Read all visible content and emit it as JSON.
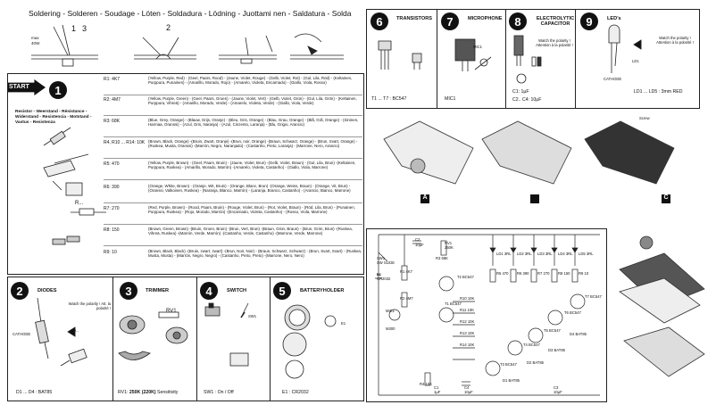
{
  "header": "Soldering - Solderen - Soudage - Löten - Soldadura - Lödning - Juottami nen - Saldatura - Solda",
  "solder_labels": {
    "max": "max",
    "watt": "40W",
    "step1": "1",
    "step3": "3",
    "step2": "2"
  },
  "step1": {
    "number": "1",
    "start": "START",
    "resistor_title": "Resistor - Weerstand - Résistance - Widerstand - Resistencia - Motstand - Vastus - Resistenza",
    "bead_label": "R...",
    "rows": [
      {
        "label": "R1: 4K7",
        "text": "(Yellow, Purple, Red) - (Geel, Paars, Rood) - (Jaune, Violet, Rouge) - (Gelb, Violet, Rot) - (Gul, Lila, Röd) - (Keltainen, Purppura, Punainen) - (Amarillo, Morado, Rojo) - (Amarelo, Violeta, Encarnado) - (Giallo, Viola, Rosso)"
      },
      {
        "label": "R2: 4M7",
        "text": "(Yellow, Purple, Green) - (Geel, Paars, Groen) - (Jaune, Violet, Vert) - (Gelb, Violet, Grün) - (Gul, Lila, Grön) - (Keltainen, Purppura, Vihreä) - (Amarillo, Morado, Verde) - (Amarelo, Violeta, Verde) - (Giallo, Viola, Verde)"
      },
      {
        "label": "R3: 68K",
        "text": "(Blue, Grey, Orange) - (Blauw, Grijs, Oranje) - (Bleu, Gris, Orange) - (Blau, Grau, Orange) - (Blå, Grå, Orange) - (Sininen, Harmaa, Oranssi) - (Azul, Gris, Naranja) - (Azul, Cinzento, Laranja) - (Blu, Grigio, Arancio)"
      },
      {
        "label": "R4, R10 ... R14: 10K",
        "text": "(Brown, Black, Orange) -(Bruin, Zwart, Oranje) -(Brun, noir, Orange) -(Braun, Schwarz, Orange) - (Brun, Svart, Orange) -(Ruskea, Musta, Oranssi) -(Marrón, Negro, Naranjado) - (Castanho, Preto, Laranja) - (Marrone, Nero, Arancio)"
      },
      {
        "label": "R5: 470",
        "text": "(Yellow, Purple, Brown) - (Geel, Paars, Bruin) - (Jaune, Violet, Brun) -(Gelb, Violet, Braun) - (Gul, Lila, Brun) -(Keltainen, Purppura, Ruskea) - (Amarillo, Morado, Marrón) -(Amarelo, Violeta, Castanho) - (Giallo, Viola, Marrone)"
      },
      {
        "label": "R6: 390",
        "text": "(Orange, White, Brown) - (Oranje, Wit, Bruin) - (Orange, Blanc, Brun) -(Orange, Weiss, Braun) - (Orange, Vit, Brun) - (Oranssi, Valkoinen, Ruskea) - (Naranja, Blanco, Marrón) - (Laranja, Branco, Castanho) - (Arancio, Bianco, Marrone)"
      },
      {
        "label": "R7: 270",
        "text": "(Red, Purple, Brown) - (Rood, Paars, Bruin) - (Rouge, Violet, Brun) - (Rot, Violet, Braun) - (Röd, Lila, Brun) - (Punainen, Purppura, Ruskea) - (Rojo, Morado, Marrón) -(Encarnado, Violeta, Castanho) - (Rosso, Viola, Marrone)"
      },
      {
        "label": "R8: 150",
        "text": "(Brown, Green, Brown) -(Bruin, Groen, Bruin) -(Brun, Vert, Brun) -(Braun, Grün, Braun) - (Brun, Grön, Brun) -(Ruskea, Vihreä, Ruskea) -(Marrón, Verde, Marrón) -(Castanho, Verde, Castanho) -(Marrone, Verde, Marrone)"
      },
      {
        "label": "R9: 10",
        "text": "(Brown, Black, Black) -(Bruin, zwart, zwart) -(Brun, Noir, Noir) - (Braun, Schwarz, Schwarz) - (Brun, Svart, Svart) - (Ruskea, Musta, Musta) - (Marrón, Negro, Negro) - (Castanho, Preto, Preto) -(Marrone, Nero, Nero)"
      }
    ]
  },
  "step2": {
    "number": "2",
    "title": "DIODES",
    "note": "Watch the polarity ! Att. la polarité !",
    "cathode": "CATHODE",
    "d_label": "D...",
    "footer": "D1 ... D4 : BAT85"
  },
  "step3": {
    "number": "3",
    "title": "TRIMMER",
    "part": "RV1",
    "footer_a": "RV1: ",
    "footer_b": "250K (220K)",
    "footer_c": " Sensitivity"
  },
  "step4": {
    "number": "4",
    "title": "SWITCH",
    "part": "SW1",
    "footer": "SW1 : On / Off"
  },
  "step5": {
    "number": "5",
    "title": "BATTERYHOLDER",
    "part": "E1",
    "footer": "E1 : CR2032"
  },
  "step6": {
    "number": "6",
    "title": "TRANSISTORS",
    "footer": "T1 ... T7 : BC547"
  },
  "step7": {
    "number": "7",
    "title": "MICROPHONE",
    "part": "MIC1",
    "footer": "MIC1"
  },
  "step8": {
    "number": "8",
    "title": "ELECTROLYTIC CAPACITOR",
    "note": "Watch the polarity ! Attention à la polarité !",
    "footer1": "C1: 1µF",
    "footer2": "C2.. C4: 10µF"
  },
  "step9": {
    "number": "9",
    "title": "LED's",
    "note": "Watch the polarity ! Attention à la polarité !",
    "part": "LD1",
    "cathode": "CATHODE",
    "footer": "LD1 ... LD5 : 3mm RED"
  },
  "case": {
    "a": "A",
    "b": "",
    "c": "C",
    "screw": "Screw"
  },
  "schematic": {
    "sw1": "SW1",
    "sw1b": "SW SLIDE",
    "e1": "E1",
    "e1b": "CR2032",
    "rv1": "RV1",
    "rv1b": "250K",
    "c2": "C2",
    "c2b": "10µF",
    "mic": "MIC1",
    "micb": "M300",
    "r1": "R1 4K7",
    "r2": "R2 4M7",
    "r3": "R3 68K",
    "r4": "R4 10K",
    "c1": "C1",
    "c1b": "1µF",
    "leds": [
      "LD1 3RL",
      "LD2 3RL",
      "LD3 3RL",
      "LD4 3RL",
      "LD5 3RL"
    ],
    "resistors_top": [
      "R5 470",
      "R6 390",
      "R7 270",
      "R8 150",
      "R9 10"
    ],
    "resistors_mid": [
      "R10 10K",
      "R11 10K",
      "R12 10K",
      "R13 10K",
      "R14 10K"
    ],
    "transistors": [
      "T1 BC547",
      "T2 BC547",
      "T3 BC547",
      "T4 BC547",
      "T5 BC547",
      "T6 BC547",
      "T7 BC547"
    ],
    "diodes": [
      "D1 BAT85",
      "D2 BAT85",
      "D3 BAT85",
      "D4 BAT85"
    ],
    "c3": "C3",
    "c3b": "10µF",
    "c4": "C4",
    "c4b": "10µF"
  }
}
